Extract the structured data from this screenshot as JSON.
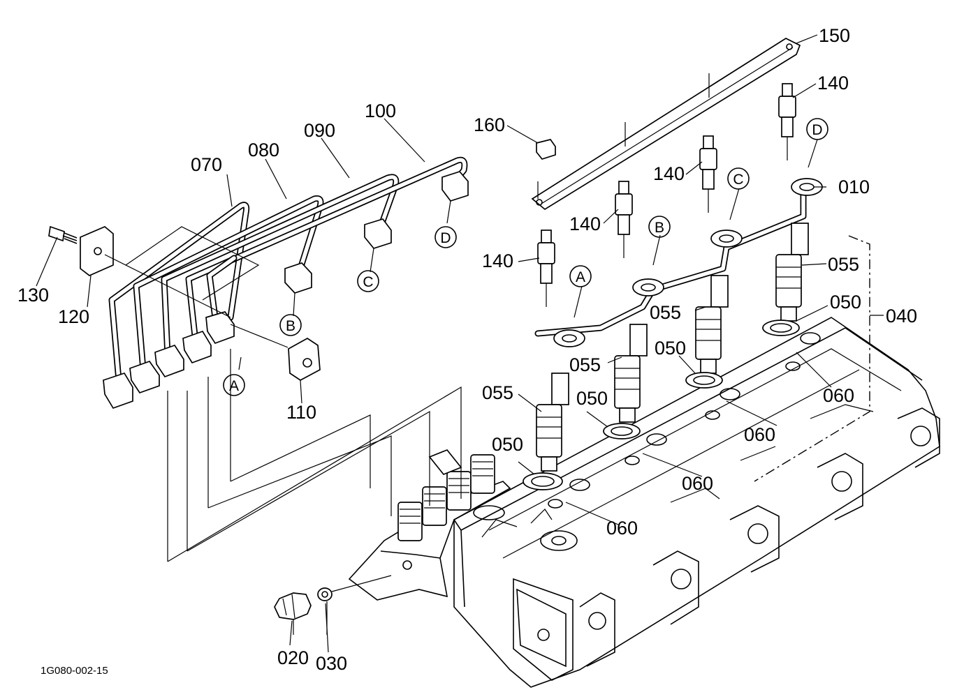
{
  "drawing_id": "1G080-002-15",
  "callouts": {
    "p010": "010",
    "p020": "020",
    "p030": "030",
    "p040": "040",
    "p050a": "050",
    "p050b": "050",
    "p050c": "050",
    "p050d": "050",
    "p055a": "055",
    "p055b": "055",
    "p055c": "055",
    "p055d": "055",
    "p060a": "060",
    "p060b": "060",
    "p060c": "060",
    "p060d": "060",
    "p070": "070",
    "p080": "080",
    "p090": "090",
    "p100": "100",
    "p110": "110",
    "p120": "120",
    "p130": "130",
    "p140a": "140",
    "p140b": "140",
    "p140c": "140",
    "p140d": "140",
    "p150": "150",
    "p160": "160"
  },
  "connectors": {
    "pipe_A": "A",
    "pipe_B": "B",
    "pipe_C": "C",
    "pipe_D": "D",
    "head_A": "A",
    "head_B": "B",
    "head_C": "C",
    "head_D": "D"
  }
}
